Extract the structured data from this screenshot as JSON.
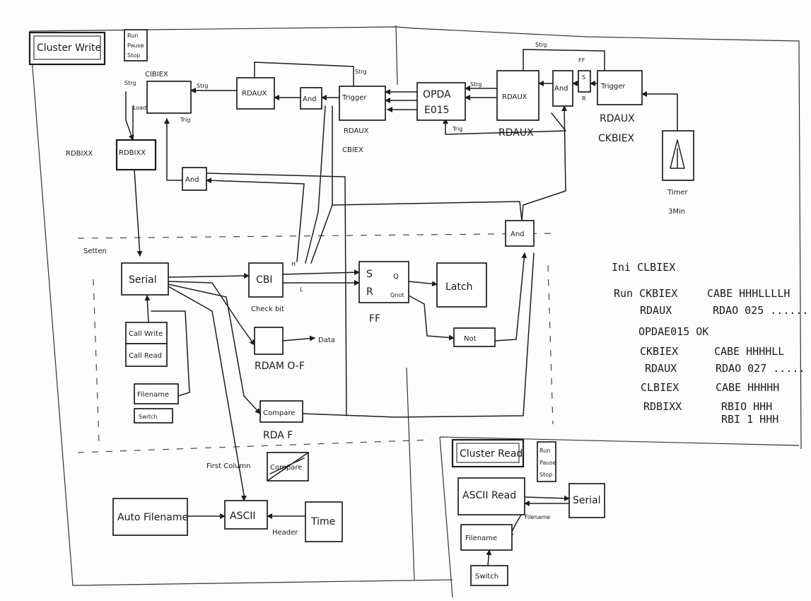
{
  "top_title": "Cluster Write",
  "top_controls": [
    "Run",
    "Pause",
    "Stop"
  ],
  "top_row": {
    "clbiex_label": "ClBIEX",
    "strg": "Strg",
    "load": "Load",
    "trig": "Trig",
    "rdaux1": "RDAUX",
    "and1": "And",
    "trigger1": "Trigger",
    "rdaux_cbiex": "RDAUX",
    "cbiex": "CBIEX",
    "opda": "OPDA",
    "e015": "E015",
    "rdaux2_box": "RDAUX",
    "rdaux2_label": "RDAUX",
    "and2": "And",
    "s": "S",
    "r": "R",
    "ff": "FF",
    "trigger2": "Trigger",
    "rdaux3": "RDAUX",
    "ckbiex": "CKBIEX",
    "timer": "Timer",
    "timer_val": "3Min",
    "rdbixx_label": "RDBIXX",
    "rdbixx_box": "RDBIXX"
  },
  "middle": {
    "setten": "Setten",
    "serial": "Serial",
    "cbi": "CBI",
    "check_bit": "Check bit",
    "and_mid": "And",
    "and_right": "And",
    "ff_s": "S",
    "ff_r": "R",
    "ff_q": "Q",
    "ff_qnot": "Qnot",
    "ff_label": "FF",
    "latch": "Latch",
    "not": "Not",
    "call_write": "Call Write",
    "call_read": "Call Read",
    "filename": "Filename",
    "switch_small": "Switch",
    "data": "Data",
    "rdam": "RDAM O-F",
    "compare": "Compare",
    "rdaf": "RDA F",
    "compare_struck": "Compare",
    "first_column": "First Column",
    "h": "H",
    "l": "L"
  },
  "bottom": {
    "auto_filename": "Auto Filename",
    "ascii": "ASCII",
    "header": "Header",
    "time": "Time"
  },
  "notes": [
    [
      "Ini CLBIEX",
      ""
    ],
    [
      "Run CKBIEX",
      "CABE HHHLLLLH"
    ],
    [
      "RDAUX",
      "RDAO 025 ......"
    ],
    [
      "OPDAE015 OK",
      ""
    ],
    [
      "CKBIEX",
      "CABE HHHHLL"
    ],
    [
      "RDAUX",
      "RDAO 027 ....."
    ],
    [
      "CLBIEX",
      "CABE HHHHH"
    ],
    [
      "RDBIXX",
      "RBIO HHH"
    ],
    [
      "",
      "RBI 1 HHH"
    ]
  ],
  "read_panel": {
    "title": "Cluster Read",
    "controls": [
      "Run",
      "Pause",
      "Stop"
    ],
    "ascii_read": "ASCII Read",
    "serial": "Serial",
    "filename": "Filename",
    "filename_label": "Filename",
    "switch": "Switch"
  }
}
